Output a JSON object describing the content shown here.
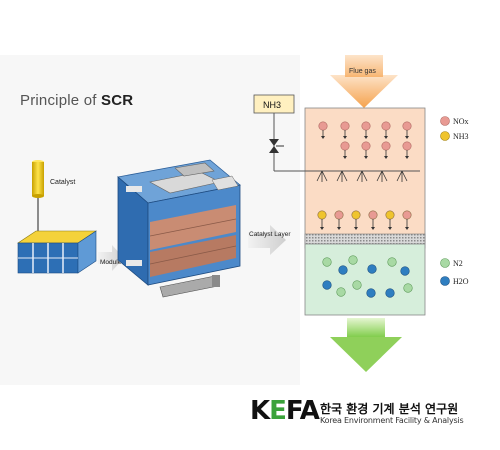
{
  "title": {
    "prefix": "Principle of ",
    "emphasis": "SCR"
  },
  "labels": {
    "catalyst": "Catalyst",
    "module": "Module",
    "catalyst_layer": "Catalyst Layer",
    "flue_gas": "Flue gas",
    "nh3_box": "NH3"
  },
  "legend": [
    {
      "label": "NOx",
      "color": "#e89a93"
    },
    {
      "label": "NH3",
      "color": "#efc42e"
    },
    {
      "label": "N2",
      "color": "#a8d9a4"
    },
    {
      "label": "H2O",
      "color": "#2f7ec0"
    }
  ],
  "logo": {
    "mark_k": "K",
    "mark_e": "E",
    "mark_f": "F",
    "mark_a": "A",
    "name_kr": "한국 환경 기계 분석 연구원",
    "name_en": "Korea Environment Facility & Analysis"
  },
  "colors": {
    "reactor_top": "#fbdcc5",
    "reactor_bottom": "#d6eedb",
    "arrow_orange": "#f8b46a",
    "arrow_green": "#8fd05a",
    "module_blue": "#3f7fc4"
  }
}
